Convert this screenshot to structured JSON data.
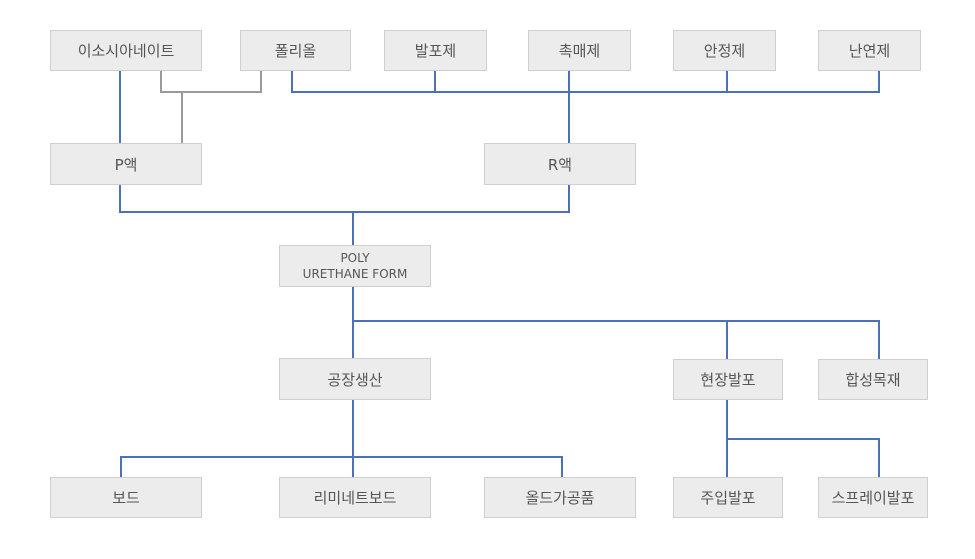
{
  "colors": {
    "primary_line": "#4a72b5",
    "secondary_line": "#9a9a9a",
    "node_fill": "#ececec",
    "node_border": "#cfcfcf",
    "text": "#555555"
  },
  "materials": {
    "isocyanate": "이소시아네이트",
    "polyol": "폴리올",
    "blowing_agent": "발포제",
    "catalyst": "촉매제",
    "stabilizer": "안정제",
    "flame_retardant": "난연제"
  },
  "liquids": {
    "p": "P액",
    "r": "R액"
  },
  "product": {
    "line1": "POLY",
    "line2": "URETHANE FORM"
  },
  "processes": {
    "factory": "공장생산",
    "field_foam": "현장발포",
    "synthetic_wood": "합성목재"
  },
  "outputs": {
    "board": "보드",
    "laminate_board": "리미네트보드",
    "molded_goods": "올드가공품",
    "injection_foam": "주입발포",
    "spray_foam": "스프레이발포"
  }
}
